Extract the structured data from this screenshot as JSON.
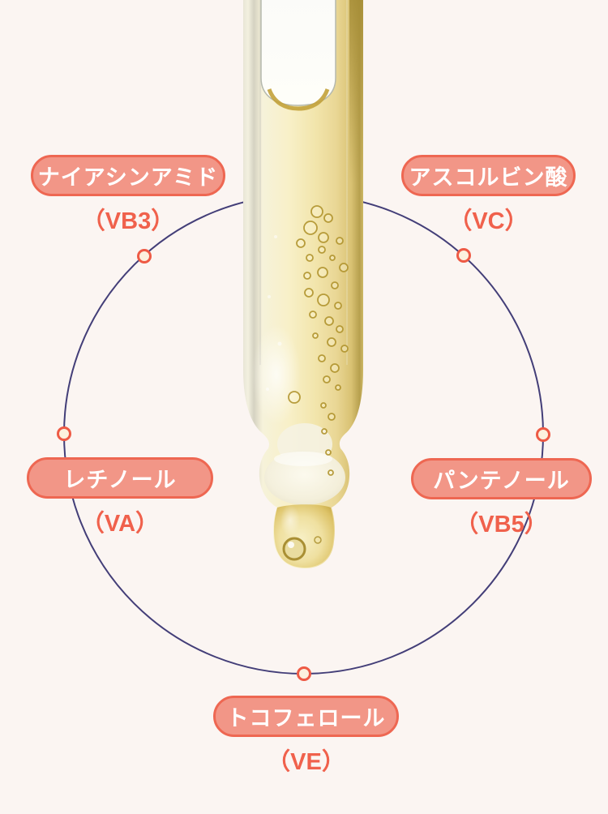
{
  "page": {
    "background_color": "#fbf5f2"
  },
  "diagram": {
    "center_image": "serum-dropper-with-oil-bubbles",
    "ring_color": "#433e78",
    "marker": {
      "fill": "#fcf1de",
      "border": "#ee5a45"
    },
    "pill_style": {
      "fill": "#f29687",
      "border": "#ee6752",
      "text_color": "#ffffff"
    },
    "caption_color": "#f0614c",
    "ingredients": [
      {
        "name": "ナイアシンアミド",
        "code": "（VB3）",
        "position": "top-left"
      },
      {
        "name": "アスコルビン酸",
        "code": "（VC）",
        "position": "top-right"
      },
      {
        "name": "レチノール",
        "code": "（VA）",
        "position": "left"
      },
      {
        "name": "パンテノール",
        "code": "（VB5）",
        "position": "right"
      },
      {
        "name": "トコフェロール",
        "code": "（VE）",
        "position": "bottom"
      }
    ]
  }
}
